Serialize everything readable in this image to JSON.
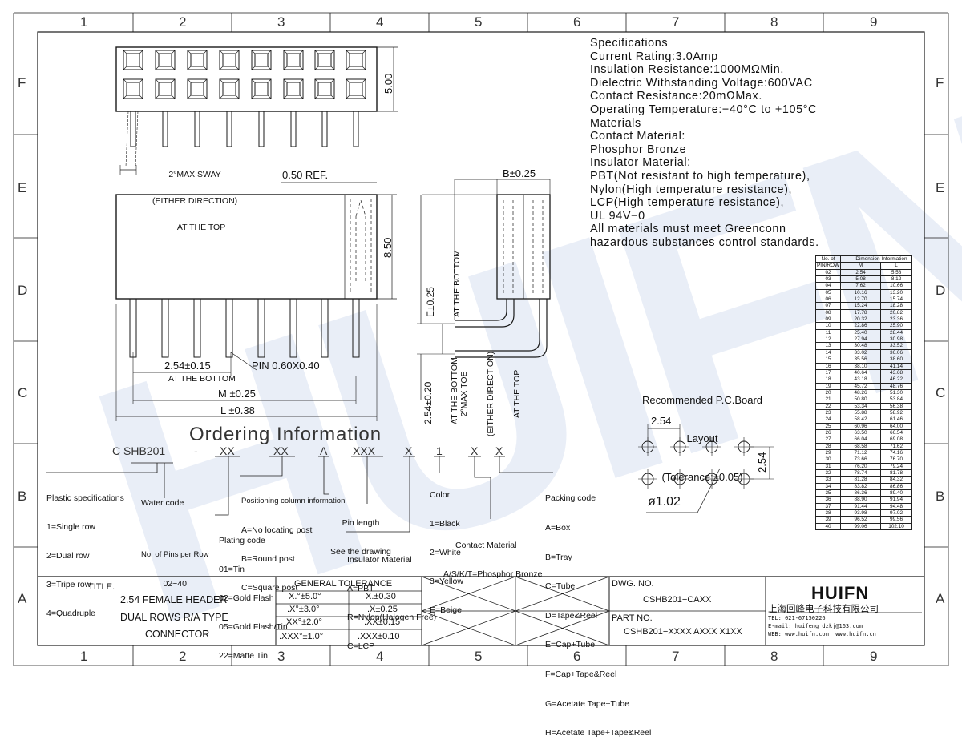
{
  "border": {
    "columns": [
      "1",
      "2",
      "3",
      "4",
      "5",
      "6",
      "7",
      "8",
      "9"
    ],
    "rows": [
      "F",
      "E",
      "D",
      "C",
      "B",
      "A"
    ]
  },
  "watermark": "HUIFN",
  "specifications": [
    "Specifications",
    "Current Rating:3.0Amp",
    "Insulation Resistance:1000MΩMin.",
    "Dielectric Withstanding Voltage:600VAC",
    "Contact Resistance:20mΩMax.",
    "Operating Temperature:−40°C to +105°C",
    "Materials",
    "Contact Material:",
    "Phosphor Bronze",
    "Insulator Material:",
    "PBT(Not resistant to high temperature),",
    "Nylon(High temperature resistance),",
    "LCP(High temperature resistance),",
    "UL 94V−0",
    "All materials must meet Greenconn",
    "hazardous substances control standards."
  ],
  "drawing": {
    "dim_5_00": "5.00",
    "sway": [
      "2°MAX SWAY",
      "(EITHER DIRECTION)",
      "AT THE TOP"
    ],
    "ref_050": "0.50 REF.",
    "dim_8_50": "8.50",
    "pitch": "2.54±0.15",
    "pitch_note": "AT THE BOTTOM",
    "pin": "PIN 0.60X0.40",
    "m_dim": "M ±0.25",
    "l_dim": "L ±0.38",
    "b_dim": "B±0.25",
    "e_dim": [
      "E±0.25",
      "AT THE BOTTOM"
    ],
    "tail_dim": [
      "2.54±0.20",
      "AT THE BOTTOM"
    ],
    "toe": [
      "2°MAX TOE",
      "(EITHER DIRECTION)",
      "AT THE TOP"
    ],
    "pcb_title": [
      "Recommended P.C.Board",
      "Layout",
      "(Tolerance:±0.05)"
    ],
    "pcb_pitch_h": "2.54",
    "pcb_pitch_v": "2.54",
    "pcb_hole": "ø1.02"
  },
  "ordering": {
    "title": "Ordering Information",
    "code": [
      "C SHB201",
      "-",
      "XX",
      "XX",
      "A",
      "XXX",
      "X",
      "1",
      "X",
      "X"
    ],
    "plastic": [
      "Plastic specifications",
      "1=Single row",
      "2=Dual row",
      "3=Tripe row",
      "4=Quadruple"
    ],
    "water": "Water code",
    "pins": [
      "No. of Pins per Row",
      "02~40"
    ],
    "plating": [
      "Plating code",
      "01=Tin",
      "02=Gold Flash",
      "05=Gold Flash/Tin",
      "22=Matte Tin"
    ],
    "positioning": [
      "Positioning column information",
      "A=No locating post",
      "B=Round post",
      "C=Square post"
    ],
    "pin_length": [
      "Pin length",
      "See the drawing"
    ],
    "insulator": [
      "Insulator Material",
      "A=PBT",
      "R=Nylon(Halogen Free)",
      "C=LCP"
    ],
    "color": [
      "Color",
      "1=Black",
      "2=White",
      "3=Yellow",
      "E=Beige"
    ],
    "contact": [
      "Contact Material",
      "A/S/K/T=Phosphor Bronze"
    ],
    "packing": [
      "Packing code",
      "A=Box",
      "B=Tray",
      "C=Tube",
      "D=Tape&Reel",
      "E=Cap+Tube",
      "F=Cap+Tape&Reel",
      "G=Acetate Tape+Tube",
      "H=Acetate Tape+Tape&Reel"
    ]
  },
  "dimension_table": {
    "header1": [
      "No. of",
      "Dimension",
      "Information"
    ],
    "header2": [
      "PIN/ROW",
      "M",
      "L"
    ],
    "rows": [
      [
        "02",
        "2.54",
        "5.58"
      ],
      [
        "03",
        "5.08",
        "8.12"
      ],
      [
        "04",
        "7.62",
        "10.66"
      ],
      [
        "05",
        "10.16",
        "13.20"
      ],
      [
        "06",
        "12.70",
        "15.74"
      ],
      [
        "07",
        "15.24",
        "18.28"
      ],
      [
        "08",
        "17.78",
        "20.82"
      ],
      [
        "09",
        "20.32",
        "23.36"
      ],
      [
        "10",
        "22.86",
        "25.90"
      ],
      [
        "11",
        "25.40",
        "28.44"
      ],
      [
        "12",
        "27.94",
        "30.98"
      ],
      [
        "13",
        "30.48",
        "33.52"
      ],
      [
        "14",
        "33.02",
        "36.06"
      ],
      [
        "15",
        "35.56",
        "38.60"
      ],
      [
        "16",
        "38.10",
        "41.14"
      ],
      [
        "17",
        "40.64",
        "43.68"
      ],
      [
        "18",
        "43.18",
        "46.22"
      ],
      [
        "19",
        "45.72",
        "48.76"
      ],
      [
        "20",
        "48.26",
        "51.30"
      ],
      [
        "21",
        "50.80",
        "53.84"
      ],
      [
        "22",
        "53.34",
        "56.38"
      ],
      [
        "23",
        "55.88",
        "58.92"
      ],
      [
        "24",
        "58.42",
        "61.46"
      ],
      [
        "25",
        "60.96",
        "64.00"
      ],
      [
        "26",
        "63.50",
        "66.54"
      ],
      [
        "27",
        "66.04",
        "69.08"
      ],
      [
        "28",
        "68.58",
        "71.62"
      ],
      [
        "29",
        "71.12",
        "74.16"
      ],
      [
        "30",
        "73.66",
        "76.70"
      ],
      [
        "31",
        "76.20",
        "79.24"
      ],
      [
        "32",
        "78.74",
        "81.78"
      ],
      [
        "33",
        "81.28",
        "84.32"
      ],
      [
        "34",
        "83.82",
        "86.86"
      ],
      [
        "35",
        "86.36",
        "89.40"
      ],
      [
        "36",
        "88.90",
        "91.94"
      ],
      [
        "37",
        "91.44",
        "94.48"
      ],
      [
        "38",
        "93.98",
        "97.02"
      ],
      [
        "39",
        "96.52",
        "99.56"
      ],
      [
        "40",
        "99.06",
        "102.10"
      ]
    ]
  },
  "title_block": {
    "title_label": "TITLE.",
    "title_lines": [
      "2.54 FEMALE HEADER",
      "DUAL ROWS R/A TYPE",
      "CONNECTOR"
    ],
    "tolerance_header": "GENERAL TOLERANCE",
    "tolerance_rows": [
      [
        "X.°±5.0°",
        "X.±0.30"
      ],
      [
        ".X°±3.0°",
        ".X±0.25"
      ],
      [
        ".XX°±2.0°",
        ".XX±0.15"
      ],
      [
        ".XXX°±1.0°",
        ".XXX±0.10"
      ]
    ],
    "dwg_label": "DWG. NO.",
    "dwg_no": "CSHB201−CAXX",
    "part_label": "PART NO.",
    "part_no": "CSHB201−XXXX AXXX X1XX",
    "company_logo": "HUIFN",
    "company_name": "上海回峰电子科技有限公司",
    "tel": "TEL: 021-67150226",
    "email": "E-mail: huifeng_dzkj@163.com",
    "web": "WEB: www.huifn.com  www.huifn.cn"
  },
  "colors": {
    "line": "#1a1a1a",
    "watermark": "#5b7fc4"
  }
}
